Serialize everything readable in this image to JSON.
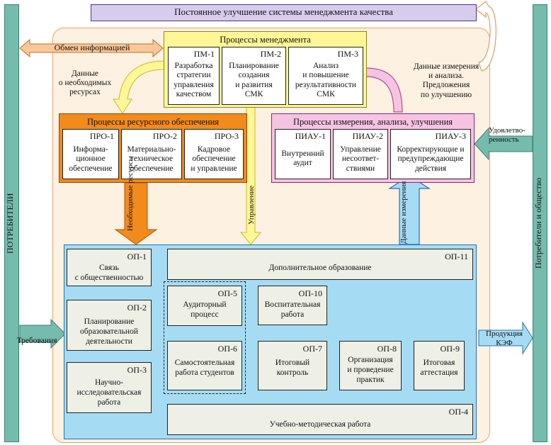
{
  "top_banner": "Постоянное улучшение системы менеджмента качества",
  "exchange_label": "Обмен информацией",
  "left_bar": "ПОТРЕБИТЕЛИ",
  "right_bar": "Потребители и общество",
  "data_resources": "Данные\nо необходимых\nресурсах",
  "data_measure": "Данные измерения\nи анализа.\nПредложения\nпо улучшению",
  "satisfaction": "Удовлетво-\nренность",
  "requirements": "Требования",
  "product": "Продукция\nКЭФ",
  "needed_resources": "Необходимые\nресурсы",
  "management_arrow": "Управление",
  "measure_data_arrow": "Данные\nизмерения",
  "management_group": {
    "title": "Процессы менеджмента",
    "items": [
      {
        "code": "ПМ-1",
        "text": "Разработка\nстратегии\nуправления\nкачеством"
      },
      {
        "code": "ПМ-2",
        "text": "Планирование\nсоздания\nи развития\nСМК"
      },
      {
        "code": "ПМ-3",
        "text": "Анализ\nи повышение\nрезультативности\nСМК"
      }
    ]
  },
  "resource_group": {
    "title": "Процессы ресурсного обеспечения",
    "items": [
      {
        "code": "ПРО-1",
        "text": "Информа-\nционное\nобеспечение"
      },
      {
        "code": "ПРО-2",
        "text": "Материально-\nтехническое\nобеспечение"
      },
      {
        "code": "ПРО-3",
        "text": "Кадровое\nобеспечение\nи управление"
      }
    ]
  },
  "measure_group": {
    "title": "Процессы измерения, анализа, улучшения",
    "items": [
      {
        "code": "ПИАУ-1",
        "text": "Внутренний\nаудит"
      },
      {
        "code": "ПИАУ-2",
        "text": "Управление\nнесоответ-\nствиями"
      },
      {
        "code": "ПИАУ-3",
        "text": "Корректирующие и\nпредупреждающие\nдействия"
      }
    ]
  },
  "ops": {
    "op1": {
      "code": "ОП-1",
      "text": "Связь\nс общественностью"
    },
    "op2": {
      "code": "ОП-2",
      "text": "Планирование\nобразовательной\nдеятельности"
    },
    "op3": {
      "code": "ОП-3",
      "text": "Научно-\nисследовательская\nработа"
    },
    "op4": {
      "code": "ОП-4",
      "text": "Учебно-методическая работа"
    },
    "op5": {
      "code": "ОП-5",
      "text": "Аудиторный\nпроцесс"
    },
    "op6": {
      "code": "ОП-6",
      "text": "Самостоятельная\nработа студентов"
    },
    "op7": {
      "code": "ОП-7",
      "text": "Итоговый\nконтроль"
    },
    "op8": {
      "code": "ОП-8",
      "text": "Организация\nи проведение\nпрактик"
    },
    "op9": {
      "code": "ОП-9",
      "text": "Итоговая\nаттестация"
    },
    "op10": {
      "code": "ОП-10",
      "text": "Воспитательная\nработа"
    },
    "op11": {
      "code": "ОП-11",
      "text": "Дополнительное образование"
    }
  },
  "colors": {
    "teal": "#76bcae",
    "peach": "#fdf1e2",
    "orange": "#f28a1c",
    "yellow": "#fff795",
    "pink": "#f7c3e3",
    "lavender": "#d8ccec",
    "blue": "#a6dcf3",
    "gray_box": "#eef0e6"
  }
}
